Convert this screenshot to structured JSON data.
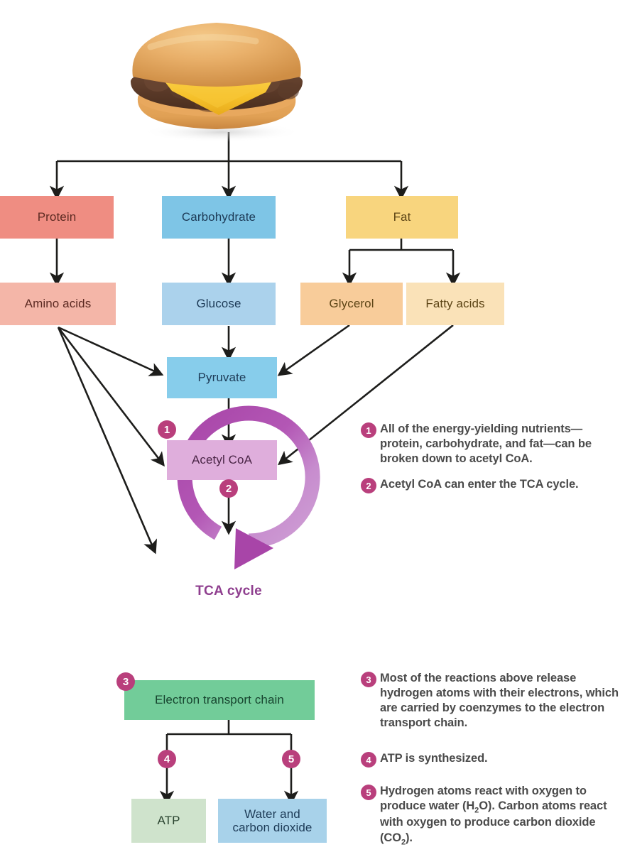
{
  "figure": {
    "title": "Energy-yielding nutrient metabolism overview",
    "source_image": "cheeseburger photo"
  },
  "food": {
    "label": "cheeseburger",
    "icon": "burger-photo"
  },
  "nodes": {
    "protein": "Protein",
    "carbohydrate": "Carbohydrate",
    "fat": "Fat",
    "amino_acids": "Amino acids",
    "glucose": "Glucose",
    "glycerol": "Glycerol",
    "fatty_acids": "Fatty acids",
    "pyruvate": "Pyruvate",
    "acetyl_coa": "Acetyl CoA",
    "tca_cycle": "TCA cycle",
    "electron_transport_chain": "Electron transport chain",
    "atp": "ATP",
    "water_carbon_dioxide": "Water and\ncarbon dioxide",
    "water_line1": "Water and",
    "water_line2": "carbon dioxide"
  },
  "badges": {
    "one": "1",
    "two": "2",
    "three": "3",
    "four": "4",
    "five": "5"
  },
  "legend": [
    {
      "number": "1",
      "text": "All of the energy-yielding nutrients—protein, carbohydrate, and fat—can be broken down to acetyl CoA."
    },
    {
      "number": "2",
      "text": "Acetyl CoA can enter the TCA cycle."
    },
    {
      "number": "3",
      "text": "Most of the reactions above release hydrogen atoms with their electrons, which are carried by coenzymes to the electron transport chain."
    },
    {
      "number": "4",
      "text": "ATP is synthesized."
    },
    {
      "number": "5",
      "text": "Hydrogen atoms react with oxygen to produce water (H2O). Carbon atoms react with oxygen to produce carbon dioxide (CO2)."
    }
  ],
  "legend_5_parts": {
    "a": "Hydrogen atoms react with oxygen",
    "b": "to produce water (H",
    "b_sub": "2",
    "c": "O). Carbon",
    "d": "atoms react with oxygen to",
    "e": "produce carbon dioxide (CO",
    "e_sub": "2",
    "f": ")."
  },
  "colors": {
    "protein": "#ef8d82",
    "carbohydrate": "#7ec5e6",
    "fat": "#f8d57e",
    "amino_acids": "#f4b6a8",
    "glucose": "#abd2ec",
    "glycerol": "#f8cc9a",
    "fatty_acids": "#fae2b8",
    "pyruvate": "#87cdeb",
    "acetyl_coa": "#dfaedc",
    "tca_dark": "#a845a8",
    "tca_light": "#cfa0d5",
    "etc": "#72cc99",
    "atp": "#cfe3cc",
    "water": "#a8d2ea",
    "badge": "#b93f7c",
    "arrow": "#1d1d1b",
    "legend_text": "#4a4a4a"
  }
}
